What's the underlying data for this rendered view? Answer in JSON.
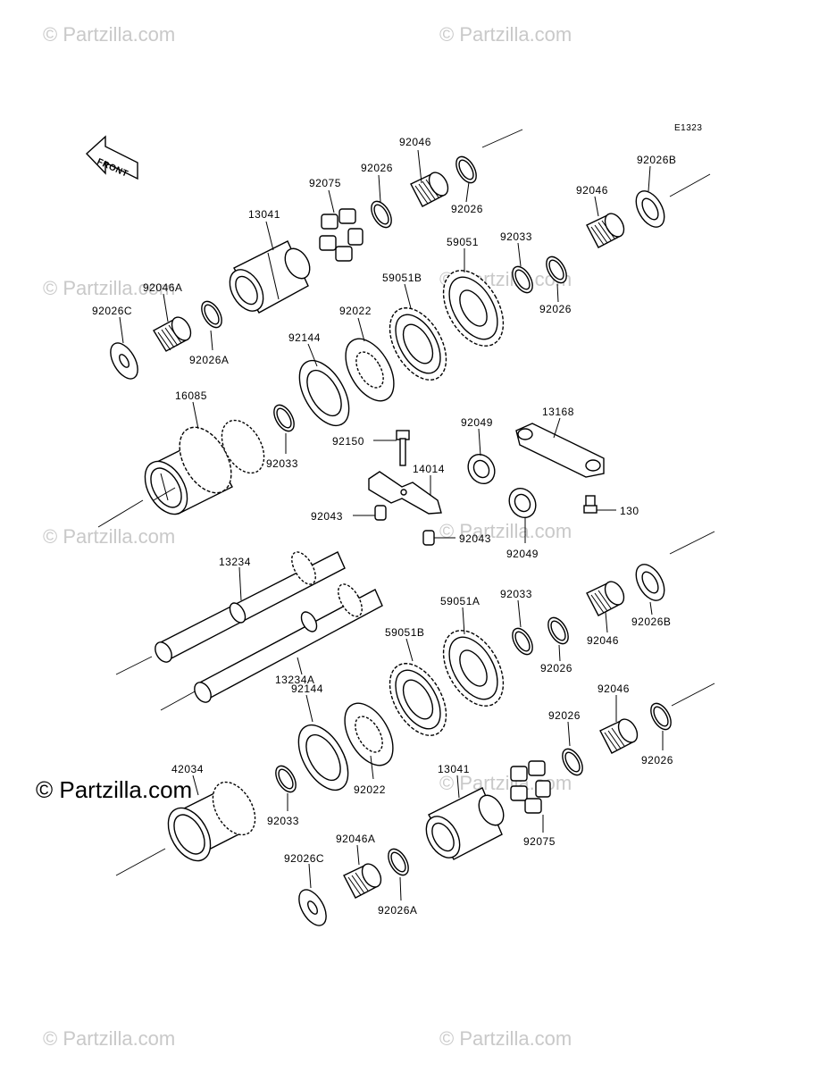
{
  "diagram": {
    "code": "E1323",
    "front_label": "FRONT",
    "watermark_text": "© Partzilla.com",
    "main_watermark_text": "© Partzilla.com",
    "labels": {
      "p92046_top": "92046",
      "p92026_a1": "92026",
      "p92075_top": "92075",
      "p92026_a2": "92026",
      "p92026b_top": "92026B",
      "p92046_top2": "92046",
      "p13041_top": "13041",
      "p59051": "59051",
      "p92033_top": "92033",
      "p92046a_top": "92046A",
      "p59051b_top": "59051B",
      "p92026_a3": "92026",
      "p92026c_top": "92026C",
      "p92022_top": "92022",
      "p92026a_top": "92026A",
      "p92144_top": "92144",
      "p16085": "16085",
      "p92033_mid": "92033",
      "p92049_top": "92049",
      "p13168": "13168",
      "p92150": "92150",
      "p14014": "14014",
      "p130": "130",
      "p92043_a": "92043",
      "p92043_b": "92043",
      "p92049_bot": "92049",
      "p13234": "13234",
      "p59051a": "59051A",
      "p92033_low": "92033",
      "p92026b_low": "92026B",
      "p92046_low": "92046",
      "p92026_low1": "92026",
      "p59051b_low": "59051B",
      "p13234a": "13234A",
      "p92144_low": "92144",
      "p92046_low2": "92046",
      "p92026_low2": "92026",
      "p92026_low3": "92026",
      "p42034": "42034",
      "p92022_low": "92022",
      "p13041_low": "13041",
      "p92033_bot": "92033",
      "p92046a_low": "92046A",
      "p92075_low": "92075",
      "p92026c_low": "92026C",
      "p92026a_low": "92026A"
    }
  }
}
